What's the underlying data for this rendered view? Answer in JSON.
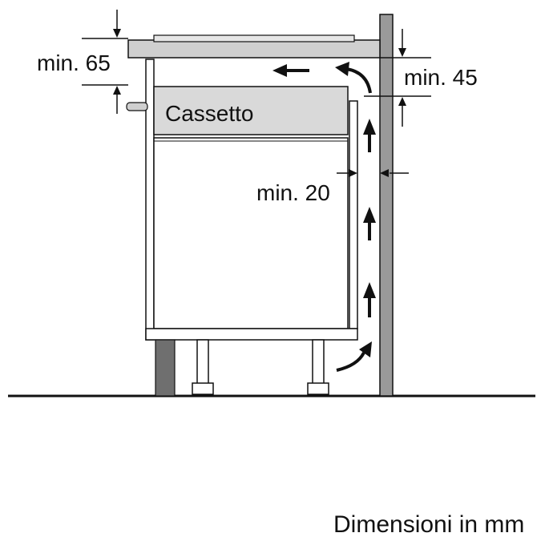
{
  "labels": {
    "drawer": "Cassetto",
    "clearance_top": "min. 65",
    "clearance_rear": "min. 45",
    "clearance_wall": "min. 20",
    "units_note": "Dimensioni in mm"
  },
  "colors": {
    "line": "#111111",
    "wall": "#9a9a9a",
    "hob": "#cfcfcf",
    "drawer": "#d9d9d9",
    "plinth": "#6f6f6f"
  },
  "icons": [
    "airflow-arrow-icon",
    "dimension-arrow-icon"
  ]
}
